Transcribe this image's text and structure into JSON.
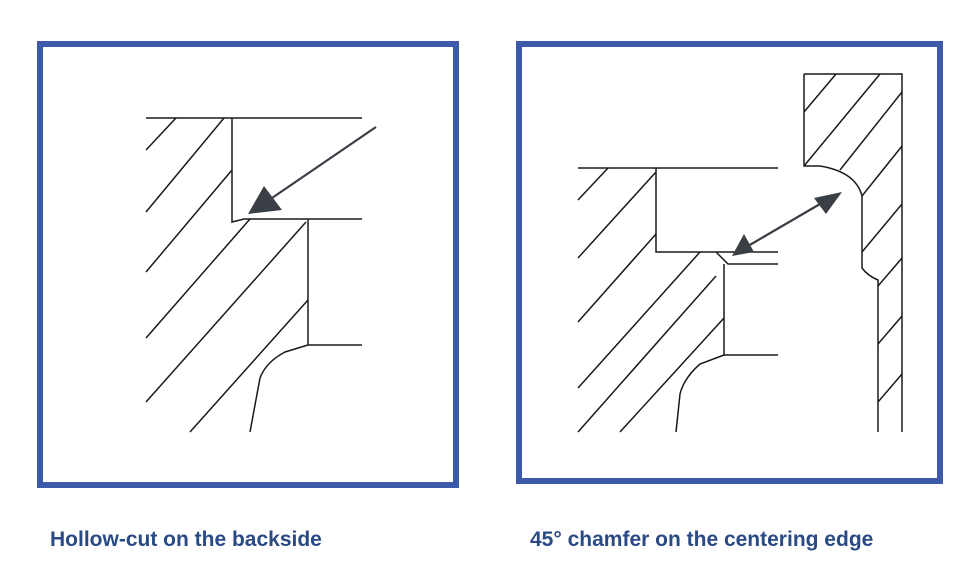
{
  "panels": [
    {
      "id": "hollow-cut",
      "caption": "Hollow-cut on the backside"
    },
    {
      "id": "chamfer",
      "caption": "45° chamfer on the centering edge"
    }
  ],
  "colors": {
    "frame": "#3d5aa8",
    "caption": "#2a4a85",
    "line": "#1a1a1a",
    "arrow": "#3a3f45"
  },
  "icons": {
    "left_arrow": "single-arrow",
    "right_arrow": "double-headed-arrow"
  }
}
